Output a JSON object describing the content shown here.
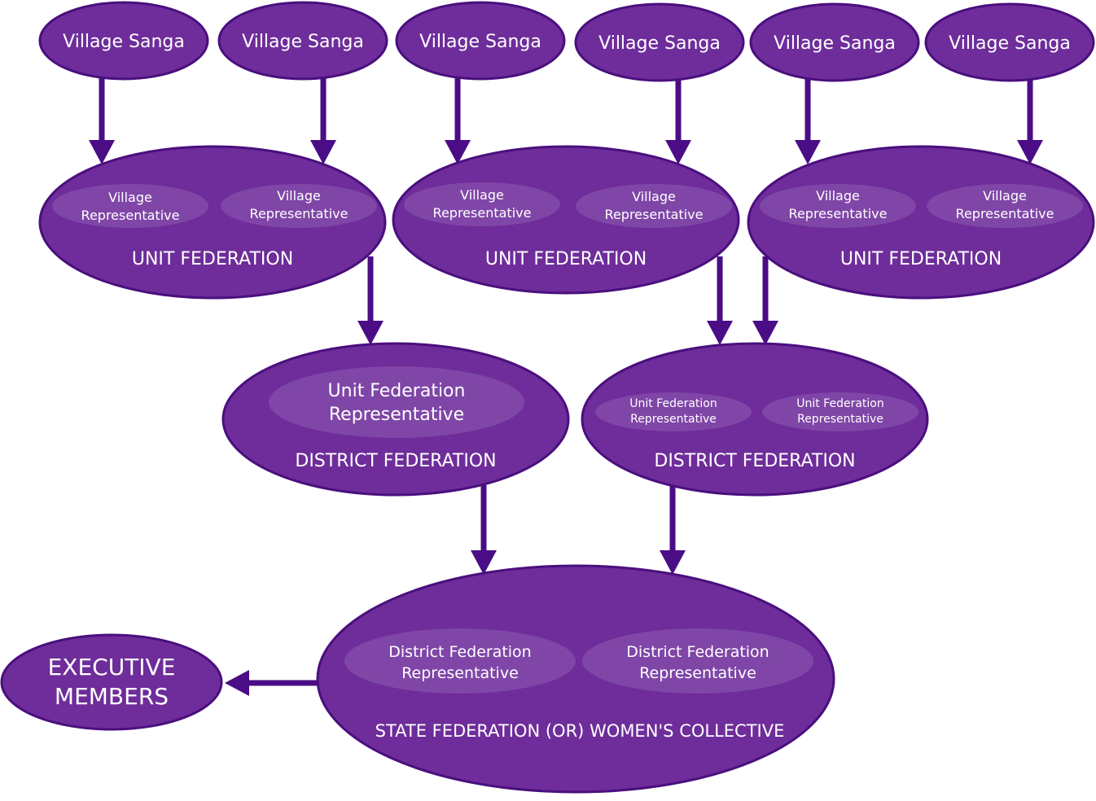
{
  "colors": {
    "node_fill": "#6e2d9a",
    "node_stroke": "#4a0f7e",
    "arrow": "#4a0d86",
    "text": "#ffffff"
  },
  "village_sanga_nodes": [
    "Village Sanga",
    "Village Sanga",
    "Village Sanga",
    "Village Sanga",
    "Village Sanga",
    "Village Sanga"
  ],
  "unit_federations": [
    {
      "label": "UNIT FEDERATION",
      "reps": [
        [
          "Village",
          "Representative"
        ],
        [
          "Village",
          "Representative"
        ]
      ]
    },
    {
      "label": "UNIT FEDERATION",
      "reps": [
        [
          "Village",
          "Representative"
        ],
        [
          "Village",
          "Representative"
        ]
      ]
    },
    {
      "label": "UNIT FEDERATION",
      "reps": [
        [
          "Village",
          "Representative"
        ],
        [
          "Village",
          "Representative"
        ]
      ]
    }
  ],
  "district_federations": [
    {
      "label": "DISTRICT FEDERATION",
      "reps": [
        [
          "Unit Federation",
          "Representative"
        ]
      ]
    },
    {
      "label": "DISTRICT FEDERATION",
      "reps": [
        [
          "Unit Federation",
          "Representative"
        ],
        [
          "Unit Federation",
          "Representative"
        ]
      ]
    }
  ],
  "state_federation": {
    "label": "STATE FEDERATION (OR) WOMEN'S COLLECTIVE",
    "reps": [
      [
        "District Federation",
        "Representative"
      ],
      [
        "District Federation",
        "Representative"
      ]
    ]
  },
  "executive": {
    "lines": [
      "EXECUTIVE",
      "MEMBERS"
    ]
  }
}
